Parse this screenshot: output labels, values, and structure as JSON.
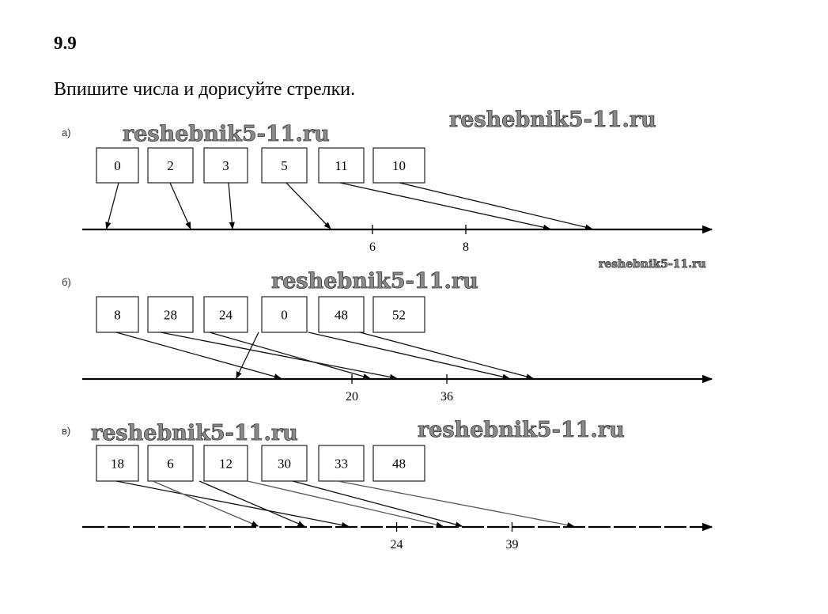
{
  "exercise": {
    "number": "9.9",
    "instruction": "Впишите числа и дорисуйте стрелки."
  },
  "watermark": "reshebnik5-11.ru",
  "parts": [
    {
      "label": "а)",
      "boxes": [
        {
          "value": "0",
          "target": 0.3
        },
        {
          "value": "2",
          "target": 2.1
        },
        {
          "value": "3",
          "target": 3
        },
        {
          "value": "5",
          "target": 5.1
        },
        {
          "value": "11",
          "target": 9.8
        },
        {
          "value": "10",
          "target": 10.7
        }
      ],
      "ticks": [
        {
          "value": 6,
          "label": "6"
        },
        {
          "value": 8,
          "label": "8"
        }
      ]
    },
    {
      "label": "б)",
      "boxes": [
        {
          "value": "8",
          "target": 8
        },
        {
          "value": "28",
          "target": 27.5
        },
        {
          "value": "24",
          "target": 23
        },
        {
          "value": "0",
          "target": 0.5
        },
        {
          "value": "48",
          "target": 46.5
        },
        {
          "value": "52",
          "target": 50.5
        }
      ],
      "ticks": [
        {
          "value": 20,
          "label": "20"
        },
        {
          "value": 36,
          "label": "36"
        }
      ]
    },
    {
      "label": "в)",
      "boxes": [
        {
          "value": "18",
          "target": 17.7
        },
        {
          "value": "6",
          "target": 6
        },
        {
          "value": "12",
          "target": 12
        },
        {
          "value": "30",
          "target": 30
        },
        {
          "value": "33",
          "target": 32.5
        },
        {
          "value": "48",
          "target": 47
        }
      ],
      "ticks": [
        {
          "value": 24,
          "label": "24"
        },
        {
          "value": 39,
          "label": "39"
        }
      ]
    }
  ]
}
